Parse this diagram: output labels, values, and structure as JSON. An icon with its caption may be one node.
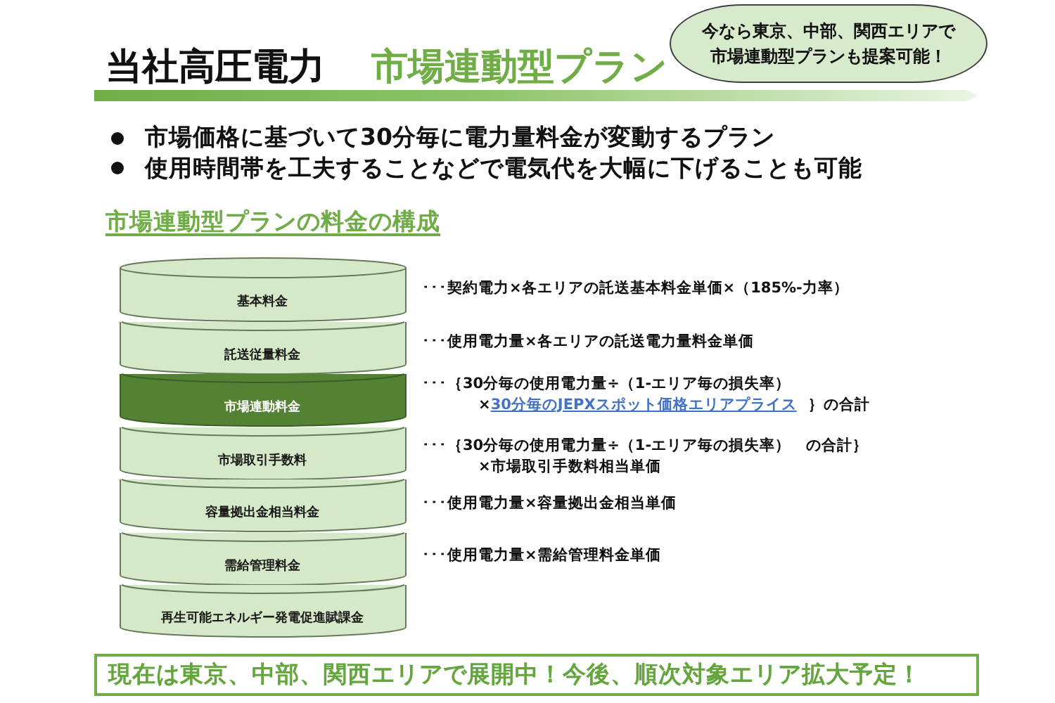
{
  "diagram": {
    "title": "当社高圧電力",
    "nodes": [
      {
        "text": [
          "今なら東京、中部、関西エリアで市場連動型プランも提案可能！"
        ]
      },
      {
        "text": [
          "基本料金"
        ],
        "beside": [
          "･･･契約電力×各エリアの託送基本料金単価×（185%-力率）"
        ]
      },
      {
        "text": [
          "託送従量料金"
        ],
        "beside": [
          "･･･使用電力量×各エリアの託送電力量料金単価"
        ]
      },
      {
        "text": [
          "市場連動料金"
        ],
        "beside": [
          "･･･｛30分毎の使用電力量÷（1-エリア毎の損失率）×",
          "30分毎のJEPXスポット価格エリアプライス",
          "｝の合計"
        ]
      },
      {
        "text": [
          "市場取引手数料"
        ],
        "beside": [
          "･･･｛30分毎の使用電力量÷（1-エリア毎の損失率）　の合計｝",
          "×市場取引手数料相当単価"
        ]
      },
      {
        "text": [
          "容量拠出金相当料金"
        ],
        "beside": [
          "･･･使用電力量×容量拠出金相当単価"
        ]
      },
      {
        "text": [
          "需給管理料金"
        ],
        "beside": [
          "･･･使用電力量×需給管理料金単価"
        ]
      },
      {
        "text": [
          "再生可能エネルギー発電促進賦課金"
        ]
      },
      {
        "text": [
          "現在は東京、中部、関西エリアで展開中！今後、順次対象エリア拡大予定！"
        ]
      }
    ],
    "labels": [
      "市場連動型プラン",
      "市場価格に基づいて30分毎に電力量料金が変動するプラン",
      "使用時間帯を工夫することなどで電気代を大幅に下げることも可能",
      "市場連動型プランの料金の構成"
    ]
  }
}
